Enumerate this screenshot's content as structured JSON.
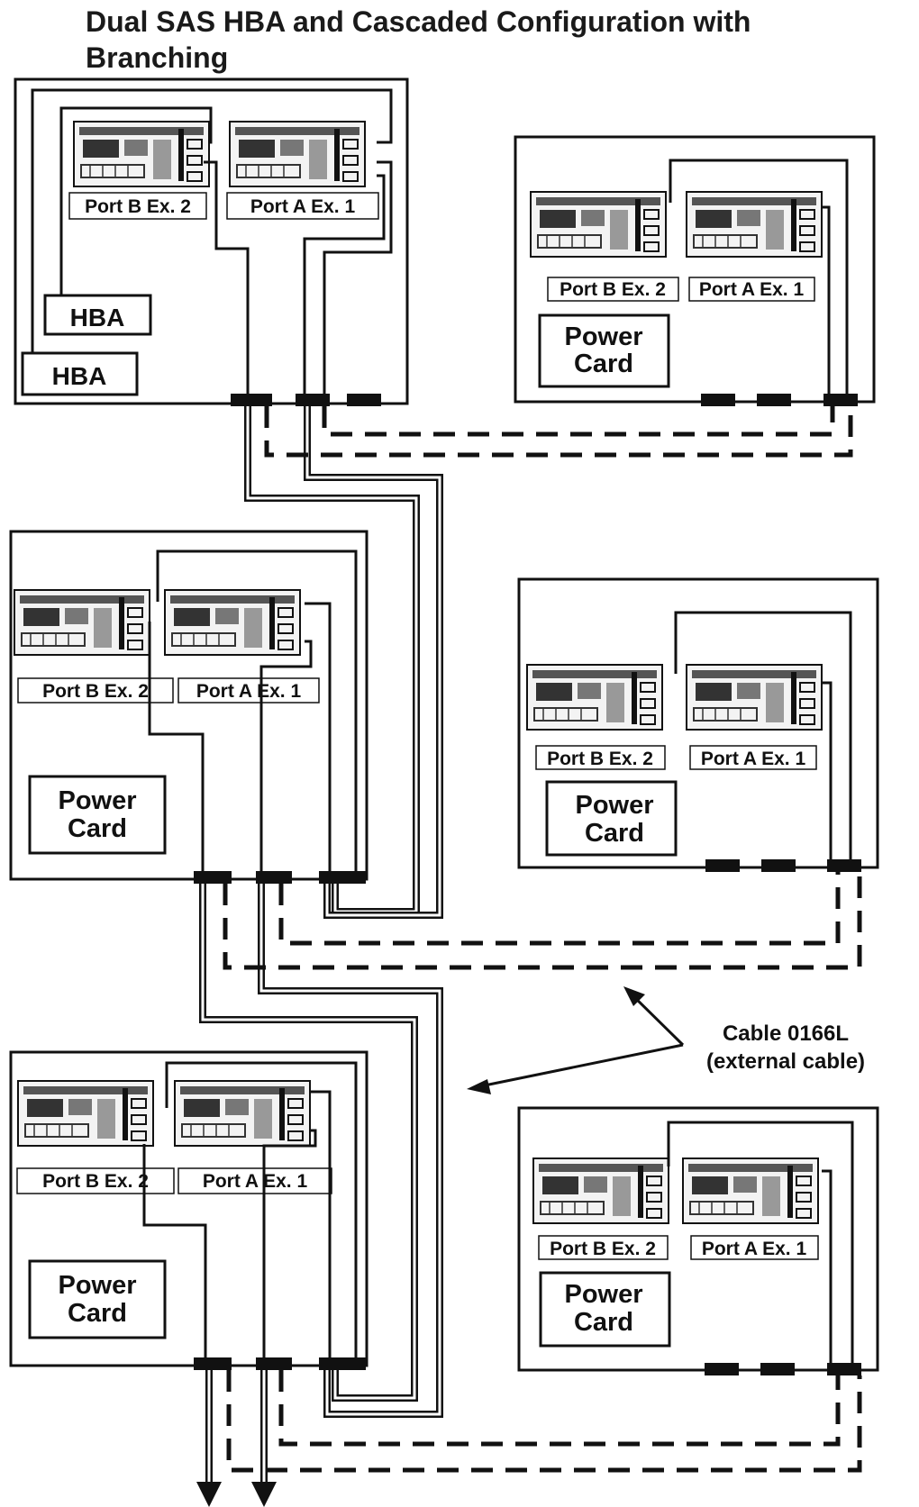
{
  "title": "Dual SAS HBA and Cascaded Configuration with Branching",
  "labels": {
    "hba": "HBA",
    "power_line1": "Power",
    "power_line2": "Card",
    "port_b": "Port B Ex. 2",
    "port_a": "Port A Ex. 1"
  },
  "callout": {
    "line1": "Cable 0166L",
    "line2": "(external cable)"
  },
  "enclosures": [
    {
      "id": "host-server",
      "ports": [
        "Port B Ex. 2",
        "Port A Ex. 1"
      ],
      "hba": [
        "HBA",
        "HBA"
      ]
    },
    {
      "id": "right-enclosure-1",
      "ports": [
        "Port B Ex. 2",
        "Port A Ex. 1"
      ]
    },
    {
      "id": "left-enclosure-2",
      "ports": [
        "Port B Ex. 2",
        "Port A Ex. 1"
      ]
    },
    {
      "id": "right-enclosure-2",
      "ports": [
        "Port B Ex. 2",
        "Port A Ex. 1"
      ]
    },
    {
      "id": "left-enclosure-3",
      "ports": [
        "Port B Ex. 2",
        "Port A Ex. 1"
      ]
    },
    {
      "id": "right-enclosure-3",
      "ports": [
        "Port B Ex. 2",
        "Port A Ex. 1"
      ]
    }
  ]
}
